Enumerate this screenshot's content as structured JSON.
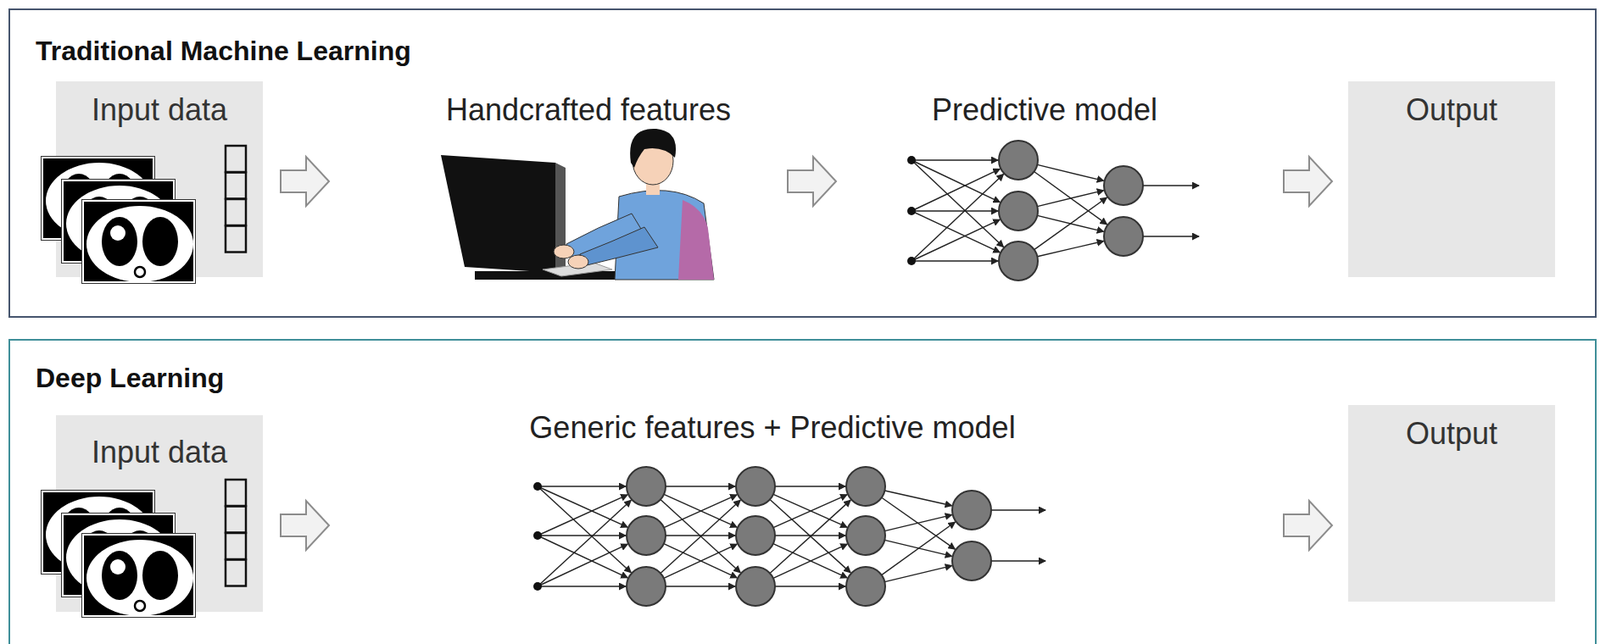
{
  "diagram": {
    "nodes": [
      {
        "text": [
          "Traditional Machine Learning"
        ]
      },
      {
        "text": [
          "Input data"
        ],
        "in": 0
      },
      {
        "text": [
          "Output"
        ],
        "in": 0
      },
      {
        "text": [
          "Deep Learning"
        ]
      },
      {
        "text": [
          "Input data"
        ],
        "in": 3
      },
      {
        "text": [
          "Output"
        ],
        "in": 3
      }
    ],
    "labels": [
      "Handcrafted features",
      "Predictive model",
      "Generic features + Predictive model"
    ]
  }
}
